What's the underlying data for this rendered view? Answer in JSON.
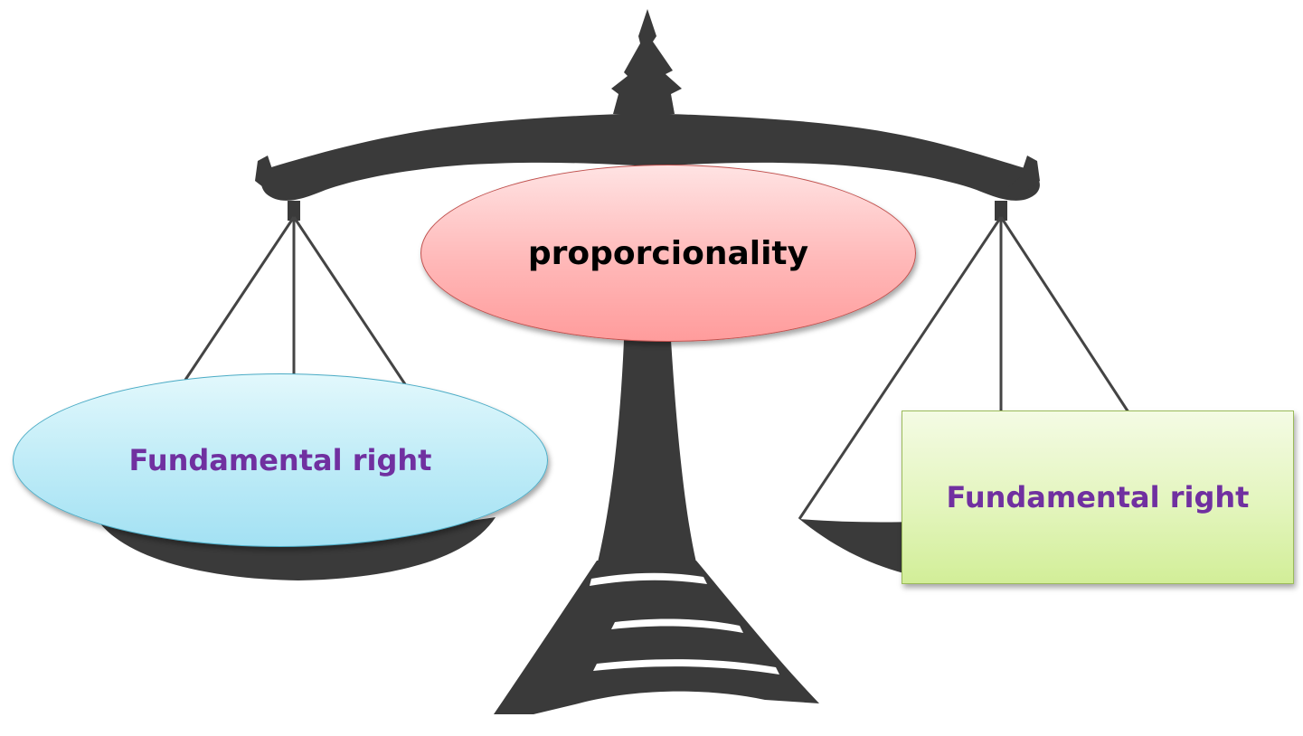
{
  "diagram": {
    "center_label": "proporcionality",
    "left_label": "Fundamental right",
    "right_label": "Fundamental right",
    "colors": {
      "scale": "#3a3a3a",
      "center_fill": "#ffb8b8",
      "center_border": "#c0504d",
      "left_fill": "#bdebf7",
      "left_border": "#4bacc6",
      "right_fill": "#e3f5bd",
      "right_border": "#9bbb59",
      "side_text": "#7030a0",
      "center_text": "#000000"
    }
  }
}
